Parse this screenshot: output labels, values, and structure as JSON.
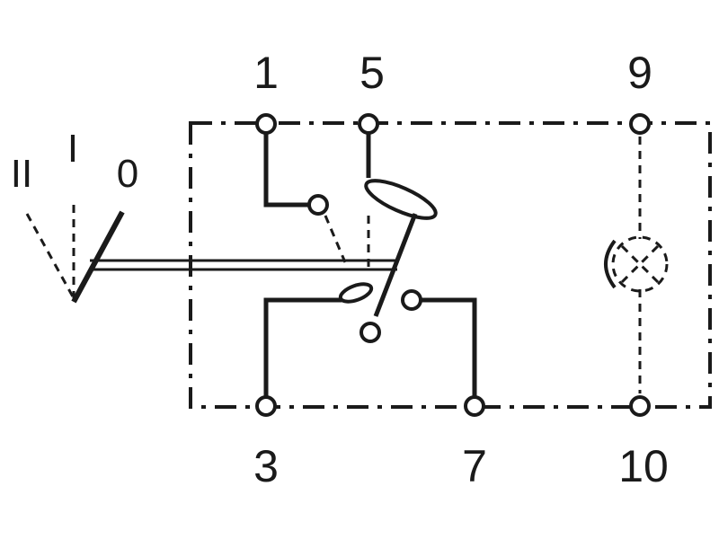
{
  "terminals": {
    "t1": "1",
    "t5": "5",
    "t9": "9",
    "t3": "3",
    "t7": "7",
    "t10": "10"
  },
  "positions": {
    "p2": "II",
    "p1": "I",
    "p0": "0"
  },
  "icons": {
    "lamp": "lamp-icon",
    "lever": "switch-lever-icon"
  },
  "colors": {
    "line": "#1a1a1a",
    "background": "#ffffff"
  }
}
